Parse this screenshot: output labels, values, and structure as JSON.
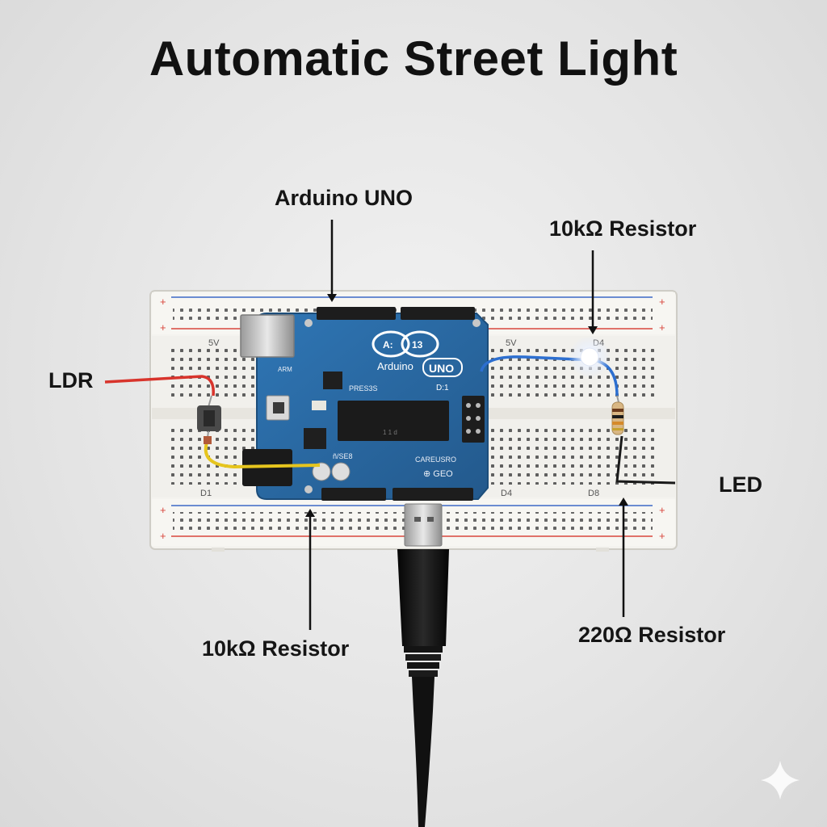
{
  "title": "Automatic Street Light",
  "labels": {
    "arduino": "Arduino UNO",
    "resistor_top": "10kΩ Resistor",
    "ldr": "LDR",
    "resistor_bottom": "10kΩ Resistor",
    "led": "LED",
    "resistor_220": "220Ω Resistor"
  },
  "board_text": {
    "logo_left": "A:",
    "logo_right": "13",
    "brand": "Arduino",
    "model": "UNO",
    "tag": "D:1",
    "chip_text": "PRES3S",
    "bottom_a": "ñ/SE8",
    "bottom_b": "CAREUSRO",
    "bottom_c": "⊕ GEO",
    "arm": "ARM"
  },
  "breadboard_text": {
    "rail_5v_left": "5V",
    "rail_5v_right": "5V",
    "row_label_1": "D1",
    "row_label_2": "D4",
    "row_label_3": "D8",
    "row_label_4": "D4"
  },
  "colors": {
    "board_blue": "#2a6aa3",
    "wire_red": "#d8342c",
    "wire_yellow": "#e6c51e",
    "wire_blue": "#2d6fd0",
    "rail_red": "#d9463c",
    "rail_blue": "#3d68c6"
  }
}
